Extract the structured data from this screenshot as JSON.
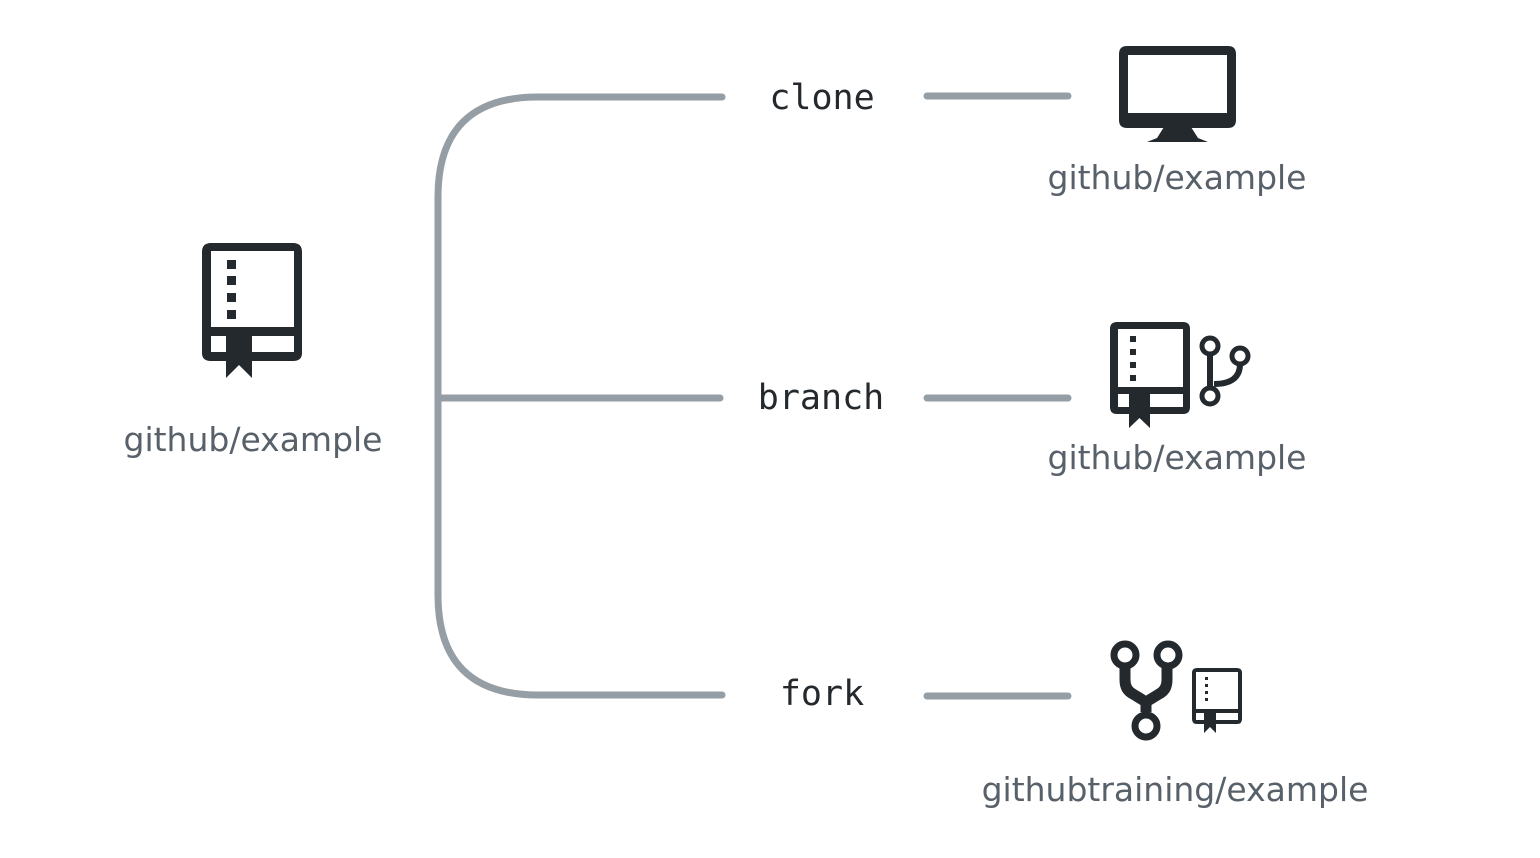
{
  "source": {
    "icon": "repo-icon",
    "label": "github/example"
  },
  "actions": [
    {
      "label": "clone",
      "target_icon": "desktop-icon",
      "target_label": "github/example"
    },
    {
      "label": "branch",
      "target_icon": "repo-branch-icon",
      "target_label": "github/example"
    },
    {
      "label": "fork",
      "target_icon": "fork-repo-icon",
      "target_label": "githubtraining/example"
    }
  ],
  "colors": {
    "connector": "#959da5",
    "icon": "#24292e",
    "label": "#586069",
    "action_text": "#24292e"
  }
}
